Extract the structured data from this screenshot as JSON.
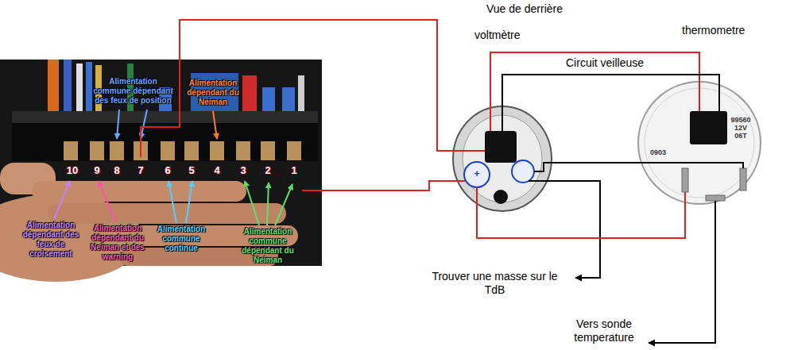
{
  "diagram": {
    "nodes": [
      {
        "text": [
          "voltmètre",
          "+"
        ]
      },
      {
        "text": [
          "thermometre",
          "0903",
          "99560 12V 06T"
        ]
      }
    ],
    "edges": [
      {
        "from": 0,
        "to": 1,
        "arrow": "none"
      },
      {
        "from": 0,
        "to": 1,
        "arrow": "none"
      },
      {
        "from": 0,
        "to": 1,
        "arrow": "none"
      },
      {
        "from": 0,
        "to": 1,
        "arrow": "none"
      }
    ],
    "labels": [
      "Vue de derrière",
      "Circuit veilleuse",
      "Alimentation commune dépendant des feux de position",
      "Alimentation dépendant du Neiman",
      "10",
      "9",
      "8",
      "7",
      "6",
      "5",
      "4",
      "3",
      "2",
      "1",
      "Alimentation dépendant des feux de croisement",
      "Alimentation dépendant du Neiman et des warning",
      "Alimentation commune continue",
      "Alimentation commune dépendant du Neiman",
      "Trouver une masse sur le TdB",
      "Vers sonde temperature"
    ]
  }
}
